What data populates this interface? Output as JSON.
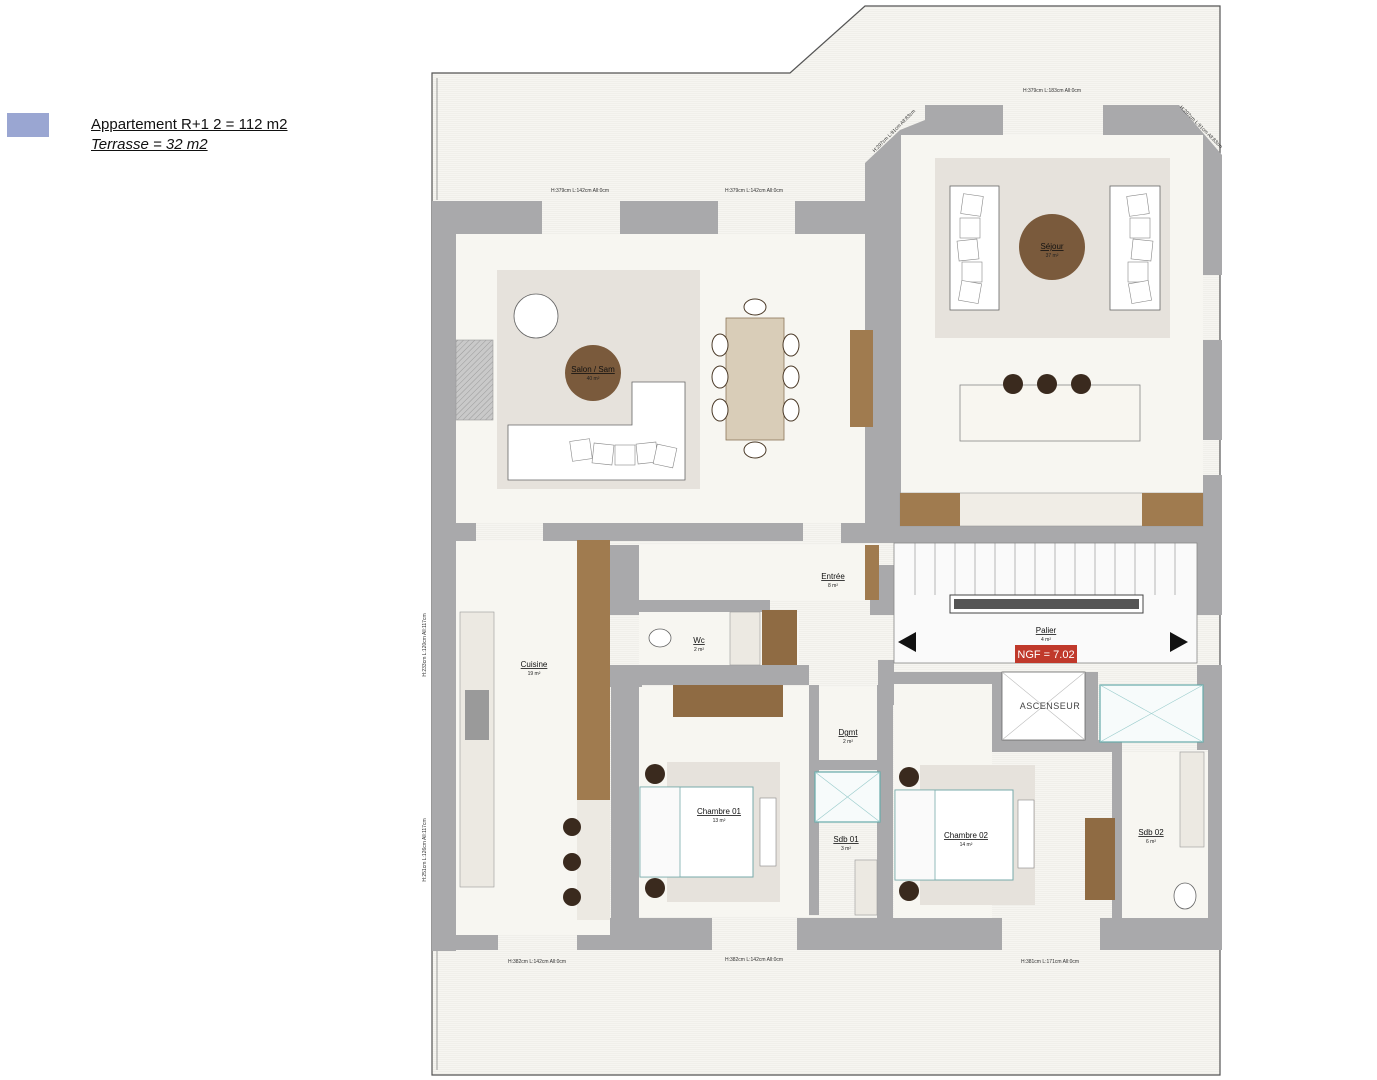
{
  "legend": {
    "color": "#9aa6d2",
    "line1": "Appartement R+1 2 =  112 m2",
    "line2": "Terrasse = 32 m2"
  },
  "colors": {
    "wall": "#a9a9ab",
    "floor": "#f7f6f1",
    "terrace": "#f4f4f2",
    "rug": "#e6e2dc",
    "wood": "#a07b4f",
    "accent_red": "#c0392b"
  },
  "rooms": {
    "salon": {
      "name": "Salon / Sam",
      "area": "40 m²"
    },
    "sejour": {
      "name": "Séjour",
      "area": "37 m²"
    },
    "entree": {
      "name": "Entrée",
      "area": "8 m²"
    },
    "wc": {
      "name": "Wc",
      "area": "2 m²"
    },
    "palier": {
      "name": "Palier",
      "area": "4 m²"
    },
    "cuisine": {
      "name": "Cuisine",
      "area": "19 m²"
    },
    "dgmt": {
      "name": "Dgmt",
      "area": "2 m²"
    },
    "chambre01": {
      "name": "Chambre 01",
      "area": "13 m²"
    },
    "sdb01": {
      "name": "Sdb 01",
      "area": "3 m²"
    },
    "chambre02": {
      "name": "Chambre 02",
      "area": "14 m²"
    },
    "sdb02": {
      "name": "Sdb 02",
      "area": "6 m²"
    }
  },
  "ngf": "NGF = 7.02",
  "ascenseur": "ASCENSEUR",
  "dimensions": {
    "top1": "H:379cm L:142cm All:0cm",
    "top2": "H:379cm L:142cm All:0cm",
    "top3": "H:379cm L:183cm All:0cm",
    "diag_left": "H:297cm L:91cm All:83cm",
    "diag_right": "H:297cm L:91cm All:83cm",
    "left1": "H:233cm L:120cm All:117cm",
    "left2": "H:251cm L:126cm All:117cm",
    "bottom1": "H:382cm L:142cm All:0cm",
    "bottom2": "H:382cm L:142cm All:0cm",
    "bottom3": "H:381cm L:171cm All:0cm"
  }
}
